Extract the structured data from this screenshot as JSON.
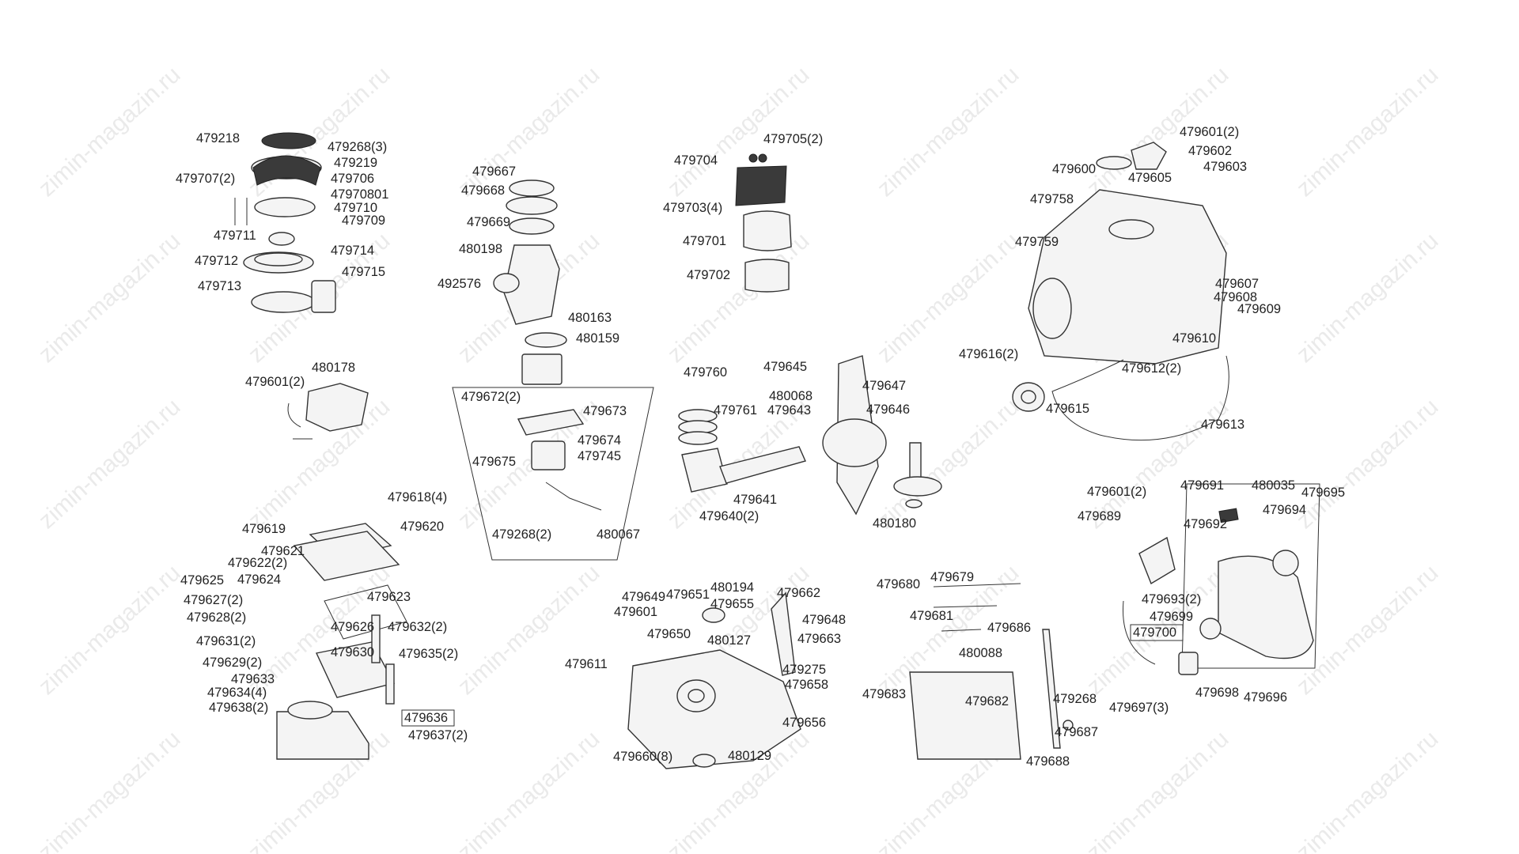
{
  "watermark": "zimin-magazin.ru",
  "labels": [
    "479218",
    "479268(3)",
    "479219",
    "479707(2)",
    "479706",
    "47970801",
    "479710",
    "479709",
    "479711",
    "479712",
    "479714",
    "479713",
    "479715",
    "480178",
    "479601(2)",
    "479667",
    "479668",
    "479669",
    "480198",
    "492576",
    "480163",
    "480159",
    "479672(2)",
    "479673",
    "479674",
    "479675",
    "479745",
    "479268(2)",
    "480067",
    "479705(2)",
    "479704",
    "479703(4)",
    "479701",
    "479702",
    "479645",
    "479760",
    "480068",
    "479643",
    "479761",
    "479647",
    "479646",
    "479641",
    "479640(2)",
    "480180",
    "479601(2)",
    "479602",
    "479600",
    "479605",
    "479603",
    "479758",
    "479759",
    "479607",
    "479608",
    "479609",
    "479616(2)",
    "479610",
    "479612(2)",
    "479615",
    "479613",
    "479618(4)",
    "479619",
    "479620",
    "479621",
    "479622(2)",
    "479625",
    "479624",
    "479627(2)",
    "479623",
    "479628(2)",
    "479626",
    "479632(2)",
    "479631(2)",
    "479630",
    "479635(2)",
    "479629(2)",
    "479633",
    "479634(4)",
    "479638(2)",
    "479636",
    "479637(2)",
    "479649",
    "479651",
    "480194",
    "479662",
    "479601",
    "479655",
    "479648",
    "479650",
    "480127",
    "479663",
    "479611",
    "479275",
    "479658",
    "479656",
    "479660(8)",
    "480129",
    "479680",
    "479679",
    "479681",
    "479686",
    "480088",
    "479683",
    "479682",
    "479268",
    "479687",
    "479688",
    "479601(2)",
    "479691",
    "480035",
    "479695",
    "479689",
    "479694",
    "479692",
    "479693(2)",
    "479699",
    "479700",
    "479697(3)",
    "479698",
    "479696"
  ]
}
